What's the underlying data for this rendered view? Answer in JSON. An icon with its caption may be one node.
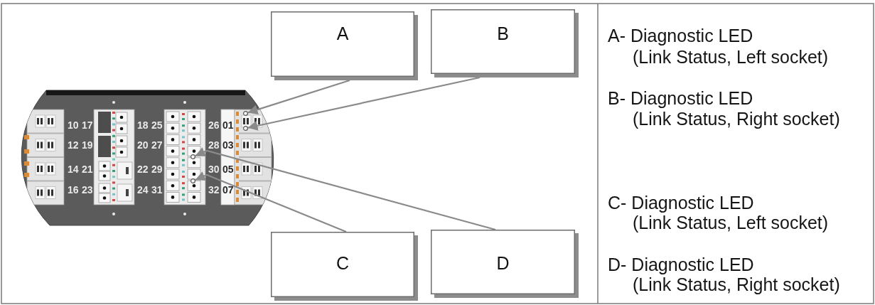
{
  "diagram": {
    "nodes": [
      {
        "text": [
          "A"
        ]
      },
      {
        "text": [
          "B"
        ]
      },
      {
        "text": [
          "C"
        ]
      },
      {
        "text": [
          "D"
        ]
      },
      {
        "text": [],
        "shape": "circle"
      },
      {
        "text": [],
        "shape": "circle"
      },
      {
        "text": [],
        "shape": "circle"
      },
      {
        "text": [],
        "shape": "circle"
      }
    ],
    "edges": [
      {
        "from": 0,
        "to": 4,
        "arrow": "to"
      },
      {
        "from": 1,
        "to": 5,
        "arrow": "to"
      },
      {
        "from": 2,
        "to": 6,
        "arrow": "to"
      },
      {
        "from": 3,
        "to": 7,
        "arrow": "to"
      }
    ],
    "labels": [
      "10",
      "17",
      "18",
      "25",
      "26",
      "01",
      "12",
      "19",
      "20",
      "27",
      "28",
      "03",
      "14",
      "21",
      "22",
      "29",
      "30",
      "05",
      "16",
      "23",
      "24",
      "31",
      "32",
      "07",
      "A- Diagnostic LED",
      "(Link Status, Left socket)",
      "B- Diagnostic LED",
      "(Link Status, Right socket)",
      "C- Diagnostic LED",
      "(Link Status, Left socket)",
      "D- Diagnostic LED",
      "(Link Status, Right socket)"
    ]
  }
}
